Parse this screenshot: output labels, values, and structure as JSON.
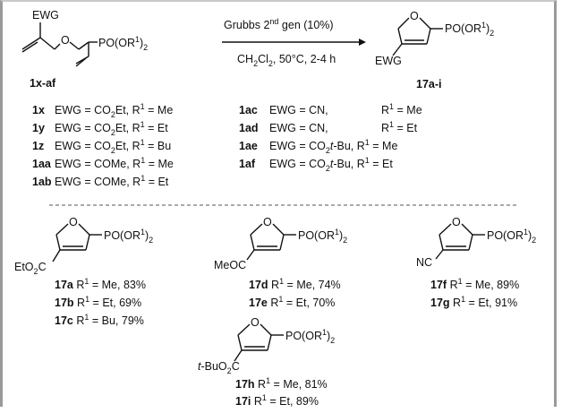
{
  "reaction": {
    "reagent_line1": "Grubbs 2",
    "reagent_sup": "nd",
    "reagent_line1_tail": " gen (10%)",
    "conditions": {
      "solvent": "CH",
      "solvent_sub": "2",
      "solvent_cl": "Cl",
      "solvent_tail": ", 50°C, 2-4 h"
    },
    "substrate_label": "1x-af",
    "product_label": "17a-i",
    "ewg": "EWG",
    "ether_o": "O",
    "phosphonate": "PO(OR",
    "phosphonate_sup": "1",
    "phosphonate_close": ")",
    "phosphonate_sub": "2"
  },
  "substrates": [
    {
      "id": "1x",
      "text": "EWG = CO",
      "sub": "2",
      "tail": "Et, R",
      "r": " = Me"
    },
    {
      "id": "1y",
      "text": "EWG = CO",
      "sub": "2",
      "tail": "Et, R",
      "r": " = Et"
    },
    {
      "id": "1z",
      "text": "EWG = CO",
      "sub": "2",
      "tail": "Et, R",
      "r": " = Bu"
    },
    {
      "id": "1aa",
      "text": "EWG = COMe, R",
      "sub": "",
      "tail": "",
      "r": " = Me"
    },
    {
      "id": "1ab",
      "text": "EWG = COMe, R",
      "sub": "",
      "tail": "",
      "r": " = Et"
    },
    {
      "id": "1ac",
      "text": "EWG = CN,",
      "r": " = Me"
    },
    {
      "id": "1ad",
      "text": "EWG = CN,",
      "r": " = Et"
    },
    {
      "id": "1ae",
      "text": "EWG = CO",
      "sub": "2",
      "tail_i": "t",
      "tail": "-Bu, R",
      "r": " = Me"
    },
    {
      "id": "1af",
      "text": "EWG = CO",
      "sub": "2",
      "tail_i": "t",
      "tail": "-Bu, R",
      "r": " = Et"
    }
  ],
  "groups": {
    "ester": "EtO",
    "ester_sub": "2",
    "ester_c": "C",
    "ketone": "MeOC",
    "nitrile": "NC",
    "tbu_prefix": "t",
    "tbu": "-BuO",
    "tbu_sub": "2",
    "tbu_c": "C"
  },
  "products": [
    {
      "id": "17a",
      "r": "R",
      "rsup": "1",
      "val": " = Me, 83%"
    },
    {
      "id": "17b",
      "r": "R",
      "rsup": "1",
      "val": " = Et,   69%"
    },
    {
      "id": "17c",
      "r": "R",
      "rsup": "1",
      "val": " = Bu,  79%"
    },
    {
      "id": "17d",
      "r": "R",
      "rsup": "1",
      "val": " = Me, 74%"
    },
    {
      "id": "17e",
      "r": "R",
      "rsup": "1",
      "val": " = Et,   70%"
    },
    {
      "id": "17f",
      "r": "R",
      "rsup": "1",
      "val": " = Me, 89%"
    },
    {
      "id": "17g",
      "r": "R",
      "rsup": "1",
      "val": " = Et,   91%"
    },
    {
      "id": "17h",
      "r": "R",
      "rsup": "1",
      "val": " = Me, 81%"
    },
    {
      "id": "17i",
      "r": "R",
      "rsup": "1",
      "val": " = Et,   89%"
    }
  ]
}
